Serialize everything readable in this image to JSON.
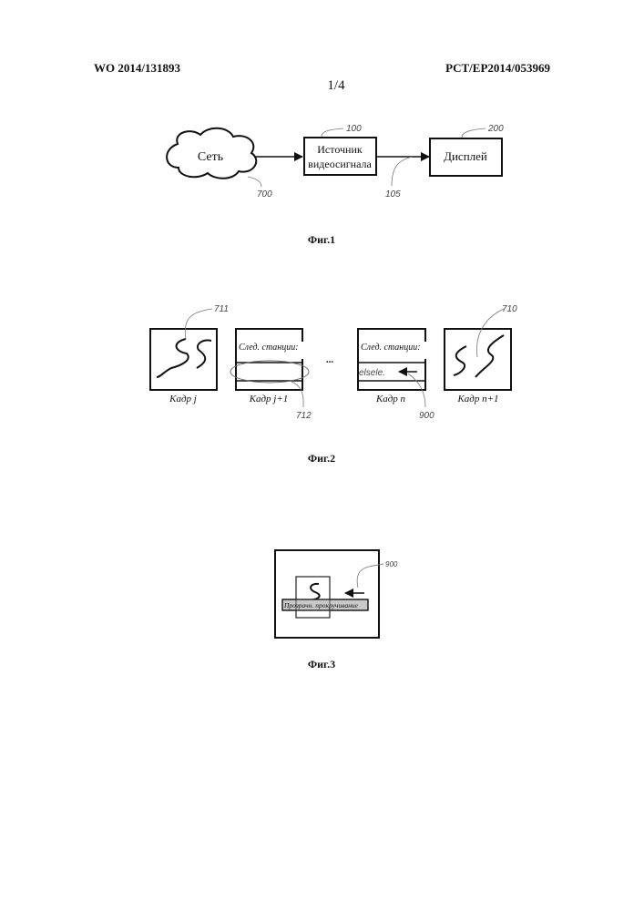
{
  "header": {
    "left": "WO 2014/131893",
    "right": "PCT/EP2014/053969",
    "page": "1/4"
  },
  "fig1": {
    "caption": "Фиг.1",
    "cloud_label": "Сеть",
    "source_line1": "Источник",
    "source_line2": "видеосигнала",
    "display_label": "Дисплей",
    "refs": {
      "cloud": "700",
      "source": "100",
      "display": "200",
      "link": "105"
    }
  },
  "fig2": {
    "caption": "Фиг.2",
    "frames": [
      "Кадр j",
      "Кадр j+1",
      "Кадр n",
      "Кадр n+1"
    ],
    "next_stations": "След. станции:",
    "ellipsis": "...",
    "scroll_text": "elsele.",
    "refs": {
      "r711": "711",
      "r710": "710",
      "r712": "712",
      "r900": "900"
    }
  },
  "fig3": {
    "caption": "Фиг.3",
    "bar_text": "Прозрачн. прокручивание",
    "ref": "900"
  }
}
